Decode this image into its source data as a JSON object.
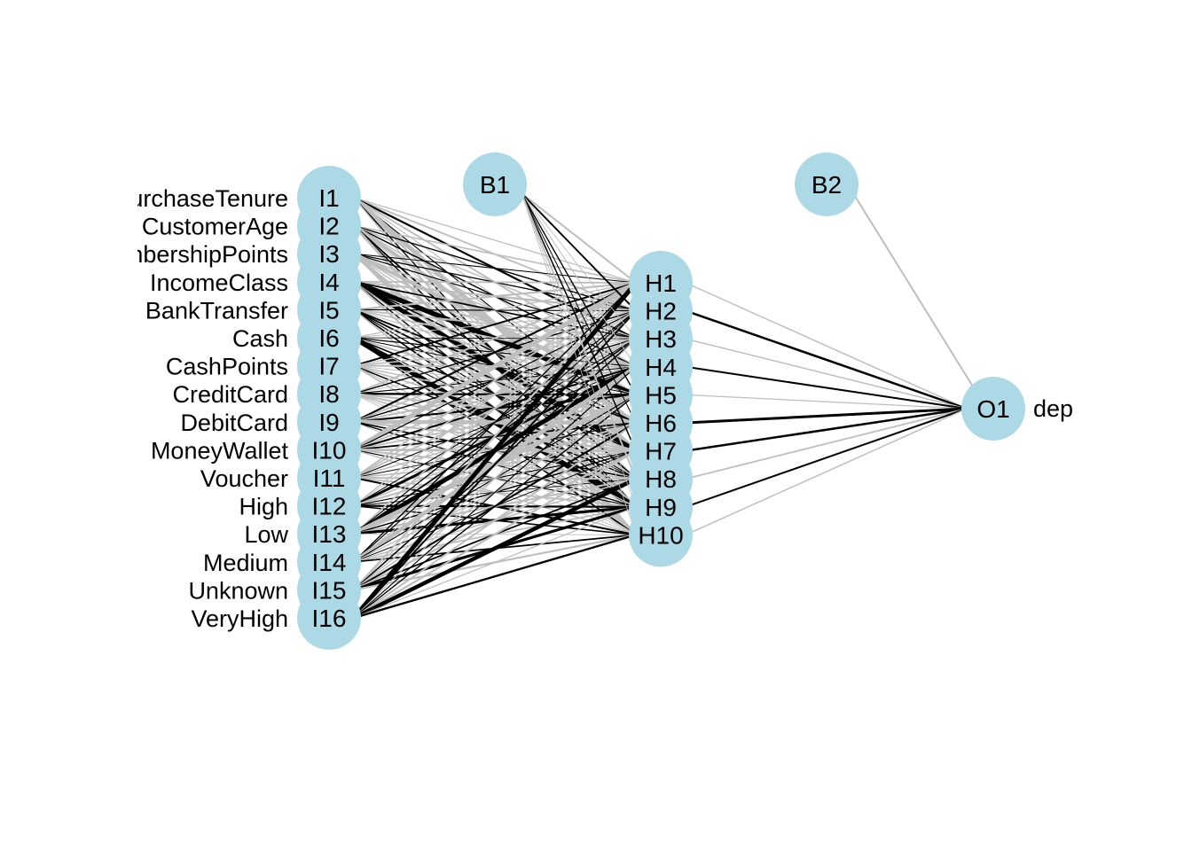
{
  "network": {
    "input_labels": [
      "PurchaseTenure",
      "CustomerAge",
      "MembershipPoints",
      "IncomeClass",
      "BankTransfer",
      "Cash",
      "CashPoints",
      "CreditCard",
      "DebitCard",
      "MoneyWallet",
      "Voucher",
      "High",
      "Low",
      "Medium",
      "Unknown",
      "VeryHigh"
    ],
    "input_nodes": [
      "I1",
      "I2",
      "I3",
      "I4",
      "I5",
      "I6",
      "I7",
      "I8",
      "I9",
      "I10",
      "I11",
      "I12",
      "I13",
      "I14",
      "I15",
      "I16"
    ],
    "hidden_nodes": [
      "H1",
      "H2",
      "H3",
      "H4",
      "H5",
      "H6",
      "H7",
      "H8",
      "H9",
      "H10"
    ],
    "bias_nodes": [
      "B1",
      "B2"
    ],
    "output_nodes": [
      "O1"
    ],
    "output_labels": [
      "dep"
    ],
    "colors": {
      "node": "#add8e6",
      "positive_weight": "#000000",
      "negative_weight": "#bebebe"
    }
  }
}
